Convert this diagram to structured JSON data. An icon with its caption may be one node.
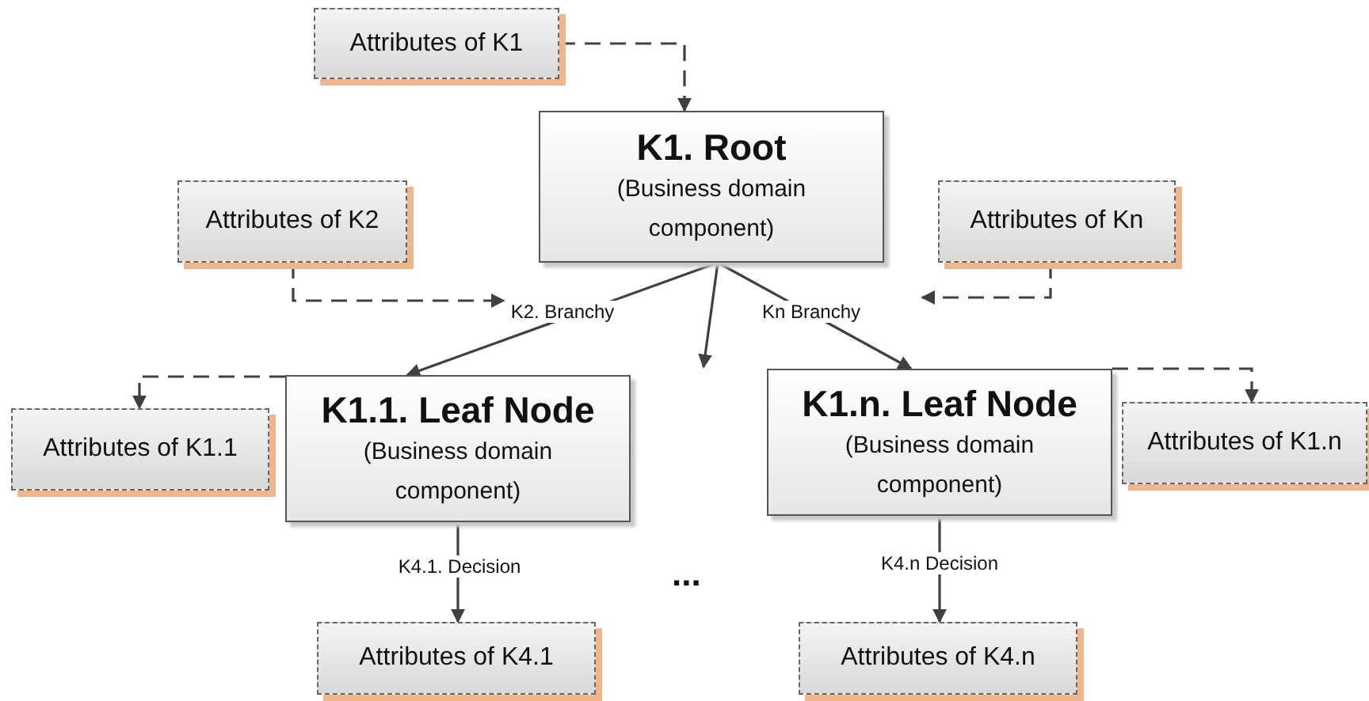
{
  "diagram": {
    "nodes": [
      {
        "text": [
          "Attributes of K1"
        ]
      },
      {
        "text": [
          "K1. Root",
          "(Business domain component)"
        ]
      },
      {
        "text": [
          "Attributes of K2"
        ]
      },
      {
        "text": [
          "Attributes of Kn"
        ]
      },
      {
        "text": [
          "K1.1. Leaf Node",
          "(Business domain component)"
        ]
      },
      {
        "text": [
          "K1.n. Leaf Node",
          "(Business domain component)"
        ]
      },
      {
        "text": [
          "Attributes of K1.1"
        ]
      },
      {
        "text": [
          "Attributes of K1.n"
        ]
      },
      {
        "text": [
          "Attributes of K4.1"
        ]
      },
      {
        "text": [
          "Attributes of K4.n"
        ]
      }
    ],
    "edges": [
      {
        "from": 0,
        "to": 1,
        "arrow": "to",
        "style": "dashed"
      },
      {
        "from": 2,
        "to": null,
        "arrow": "to",
        "style": "dashed"
      },
      {
        "from": 3,
        "to": null,
        "arrow": "to",
        "style": "dashed"
      },
      {
        "from": 1,
        "to": 4,
        "arrow": "to",
        "label": "K2. Branchy"
      },
      {
        "from": 1,
        "to": null,
        "arrow": "to"
      },
      {
        "from": 1,
        "to": 5,
        "arrow": "to",
        "label": "Kn Branchy"
      },
      {
        "from": 4,
        "to": 6,
        "arrow": "to",
        "style": "dashed"
      },
      {
        "from": 5,
        "to": 7,
        "arrow": "to",
        "style": "dashed"
      },
      {
        "from": 4,
        "to": 8,
        "arrow": "to",
        "label": "K4.1. Decision"
      },
      {
        "from": 5,
        "to": 9,
        "arrow": "to",
        "label": "K4.n Decision"
      }
    ],
    "labels": [
      "..."
    ]
  }
}
